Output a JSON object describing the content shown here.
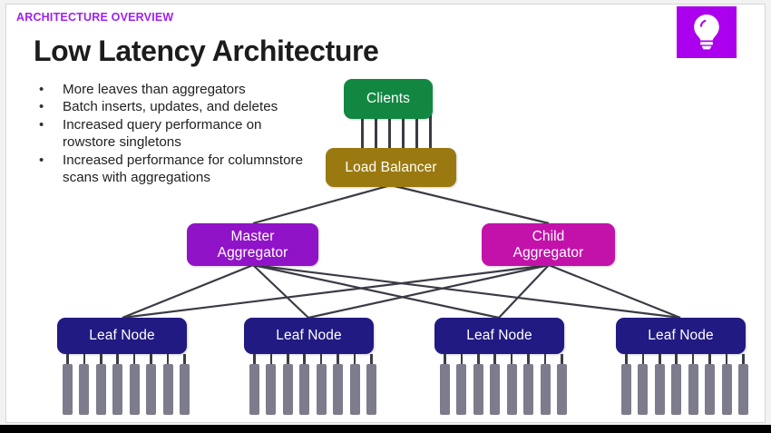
{
  "slide": {
    "eyebrow": "ARCHITECTURE OVERVIEW",
    "title": "Low Latency Architecture",
    "bullets": [
      "More leaves than aggregators",
      "Batch inserts, updates, and deletes",
      "Increased query performance on rowstore singletons",
      "Increased performance for columnstore scans with aggregations"
    ],
    "badge_icon": "lightbulb-icon"
  },
  "colors": {
    "eyebrow": "#a020f0",
    "badge": "#aa00ee",
    "clients": "#128742",
    "load_balancer": "#9a7a10",
    "master_aggregator": "#9013c8",
    "child_aggregator": "#c212aa",
    "leaf_node": "#211a82",
    "disk": "#7c7c8c",
    "connector": "#3b3b46",
    "bottom_bar": "#000000"
  },
  "diagram": {
    "type": "architecture-tree",
    "nodes": {
      "clients": {
        "label": "Clients"
      },
      "load_balancer": {
        "label": "Load Balancer"
      },
      "master_aggregator": {
        "label": "Master\nAggregator",
        "line1": "Master",
        "line2": "Aggregator"
      },
      "child_aggregator": {
        "label": "Child\nAggregator",
        "line1": "Child",
        "line2": "Aggregator"
      },
      "leaf_nodes": [
        {
          "label": "Leaf Node",
          "disks": 8
        },
        {
          "label": "Leaf Node",
          "disks": 8
        },
        {
          "label": "Leaf Node",
          "disks": 8
        },
        {
          "label": "Leaf Node",
          "disks": 8
        }
      ]
    },
    "edges": [
      {
        "from": "clients",
        "to": "load_balancer",
        "count": 6,
        "style": "parallel-stems"
      },
      {
        "from": "load_balancer",
        "to": "master_aggregator"
      },
      {
        "from": "load_balancer",
        "to": "child_aggregator"
      },
      {
        "from": "master_aggregator",
        "to": "leaf_node_1"
      },
      {
        "from": "master_aggregator",
        "to": "leaf_node_2"
      },
      {
        "from": "master_aggregator",
        "to": "leaf_node_3"
      },
      {
        "from": "master_aggregator",
        "to": "leaf_node_4"
      },
      {
        "from": "child_aggregator",
        "to": "leaf_node_1"
      },
      {
        "from": "child_aggregator",
        "to": "leaf_node_2"
      },
      {
        "from": "child_aggregator",
        "to": "leaf_node_3"
      },
      {
        "from": "child_aggregator",
        "to": "leaf_node_4"
      }
    ]
  }
}
